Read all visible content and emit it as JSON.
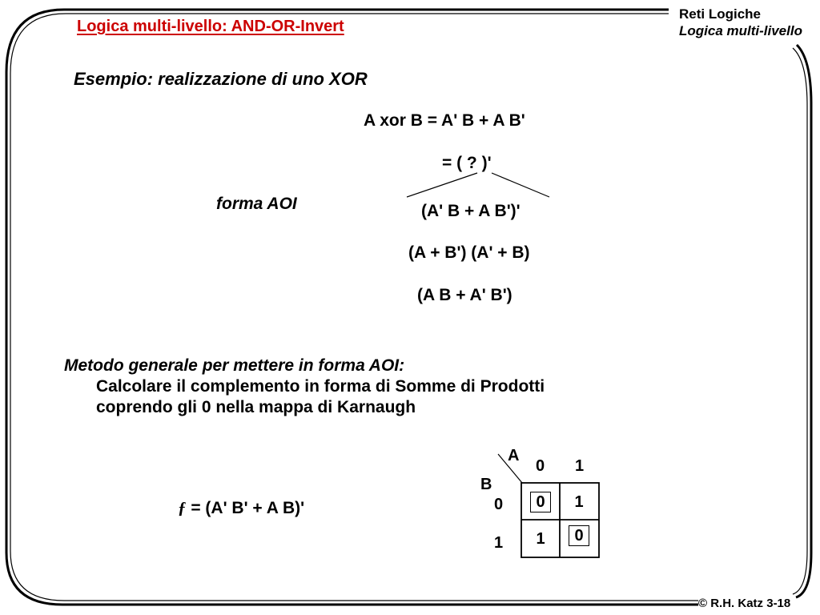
{
  "header": {
    "title": "Logica multi-livello: AND-OR-Invert",
    "course": "Reti Logiche",
    "topic": "Logica multi-livello"
  },
  "footer": "© R.H. Katz 3-18",
  "heading": "Esempio: realizzazione di uno XOR",
  "equations": {
    "xor": "A xor B = A' B  +  A B'",
    "placeholder": "= ( ? )'",
    "option_1": "(A' B + A B')'",
    "option_2": "(A + B') (A' + B)",
    "option_3": "(A B  +  A' B')"
  },
  "aoi_label": "forma AOI",
  "method": {
    "title": "Metodo generale per mettere in forma AOI:",
    "line1": "Calcolare il complemento in forma di Somme di Prodotti",
    "line2": "coprendo gli 0 nella mappa di Karnaugh"
  },
  "formula": {
    "fn": "ƒ",
    "rest": " = (A' B'  +  A B)'"
  },
  "kmap": {
    "var_col": "A",
    "var_row": "B",
    "col_headers": [
      "0",
      "1"
    ],
    "row_headers": [
      "0",
      "1"
    ],
    "cells": [
      [
        "0",
        "1"
      ],
      [
        "1",
        "0"
      ]
    ],
    "boxed": [
      [
        true,
        false
      ],
      [
        false,
        true
      ]
    ]
  },
  "colors": {
    "title": "#cc0000",
    "text": "#000000",
    "background": "#ffffff"
  }
}
